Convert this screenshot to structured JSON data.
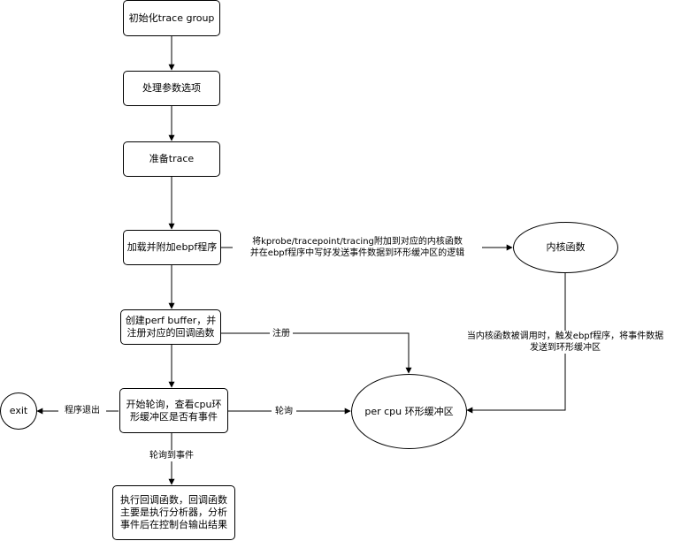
{
  "nodes": {
    "init": "初始化trace group",
    "parse": "处理参数选项",
    "prepare": "准备trace",
    "load": "加载并附加ebpf程序",
    "perf": [
      "创建perf buffer，并",
      "注册对应的回调函数"
    ],
    "poll": [
      "开始轮询，查看cpu环",
      "形缓冲区是否有事件"
    ],
    "callback": [
      "执行回调函数，回调函数",
      "主要是执行分析器，分析",
      "事件后在控制台输出结果"
    ],
    "exit": "exit",
    "kernel": "内核函数",
    "ring": "per cpu 环形缓冲区"
  },
  "edges": {
    "attach": [
      "将kprobe/tracepoint/tracing附加到对应的内核函数",
      "并在ebpf程序中写好发送事件数据到环形缓冲区的逻辑"
    ],
    "register": "注册",
    "trigger": [
      "当内核函数被调用时，触发ebpf程序，将事件数据",
      "发送到环形缓冲区"
    ],
    "poll": "轮询",
    "exit": "程序退出",
    "event": "轮询到事件"
  }
}
